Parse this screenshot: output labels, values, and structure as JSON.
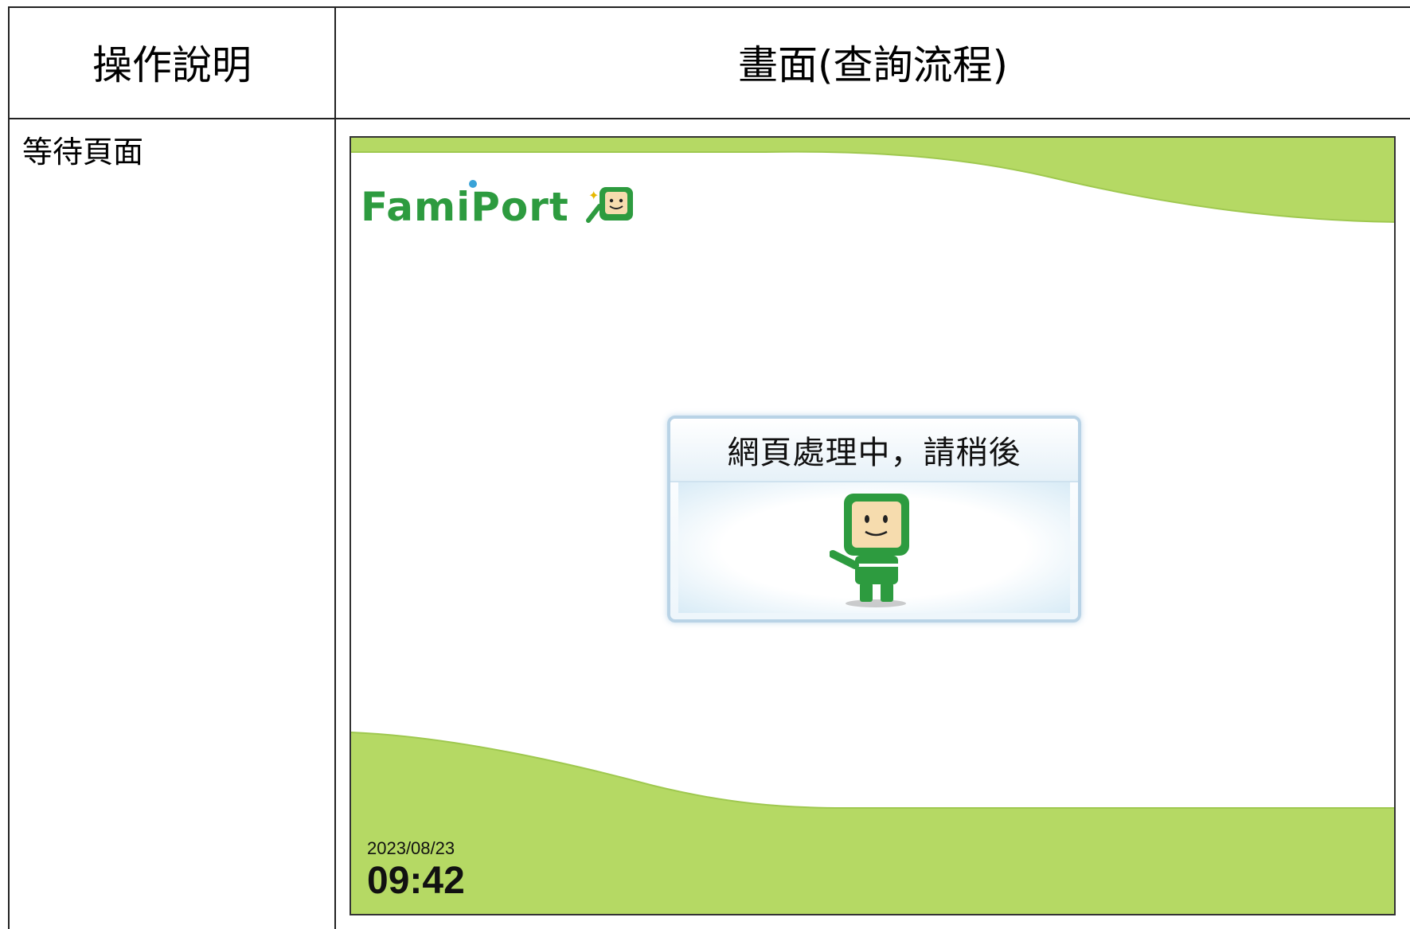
{
  "table": {
    "col1_header": "操作說明",
    "col2_header": "畫面(查詢流程)",
    "step_label": "等待頁面"
  },
  "kiosk": {
    "brand": "FamiPort",
    "dialog_message": "網頁處理中，請稍後",
    "date": "2023/08/23",
    "time": "09:42",
    "colors": {
      "accent_green": "#b5d964",
      "brand_green": "#2d9b3f",
      "dialog_border": "#b9d3e6"
    }
  }
}
